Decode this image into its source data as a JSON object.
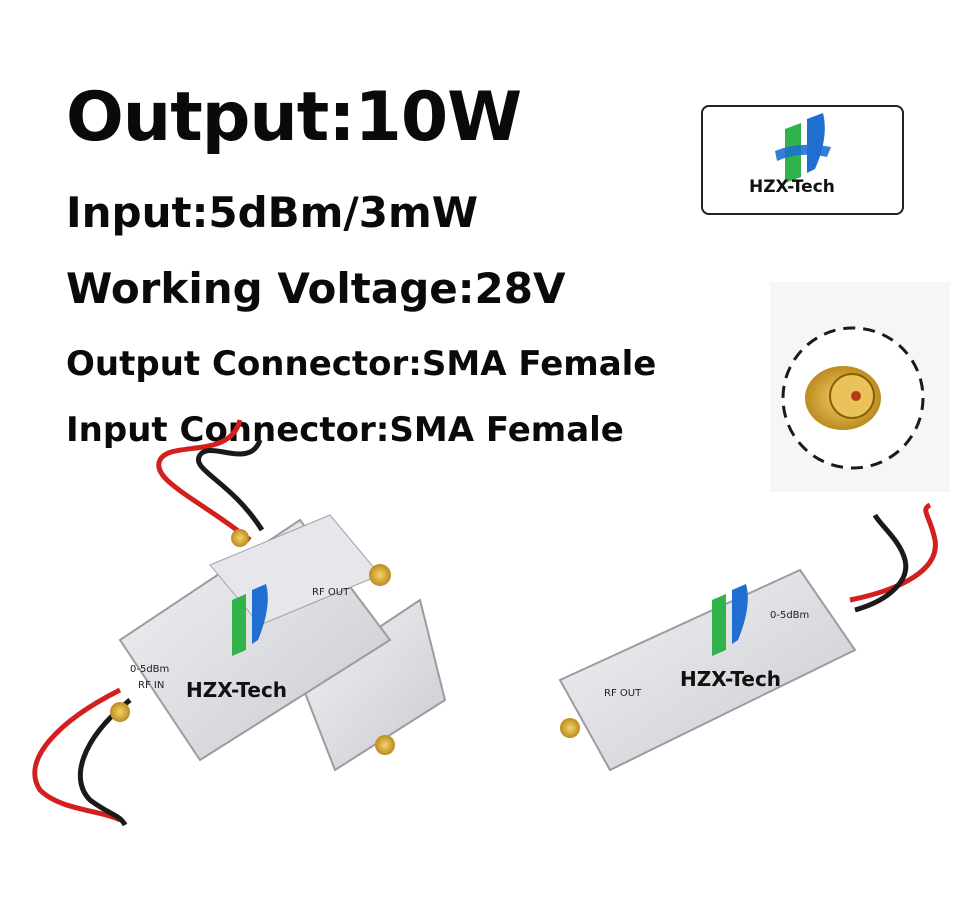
{
  "specs": {
    "output": "Output:10W",
    "input": "Input:5dBm/3mW",
    "voltage": "Working Voltage:28V",
    "output_connector": "Output Connector:SMA Female",
    "input_connector": "Input Connector:SMA Female"
  },
  "brand": {
    "name": "HZX-Tech"
  },
  "module_labels": {
    "rf_out": "RF OUT",
    "rf_in": "RF IN",
    "power": "0-5dBm"
  },
  "colors": {
    "logo_green": "#2fb34a",
    "logo_blue": "#1f6fd1",
    "wire_red": "#d41f1f",
    "wire_black": "#1a1a1a",
    "sma_gold": "#d4a52a",
    "housing": "#dcdde0"
  }
}
